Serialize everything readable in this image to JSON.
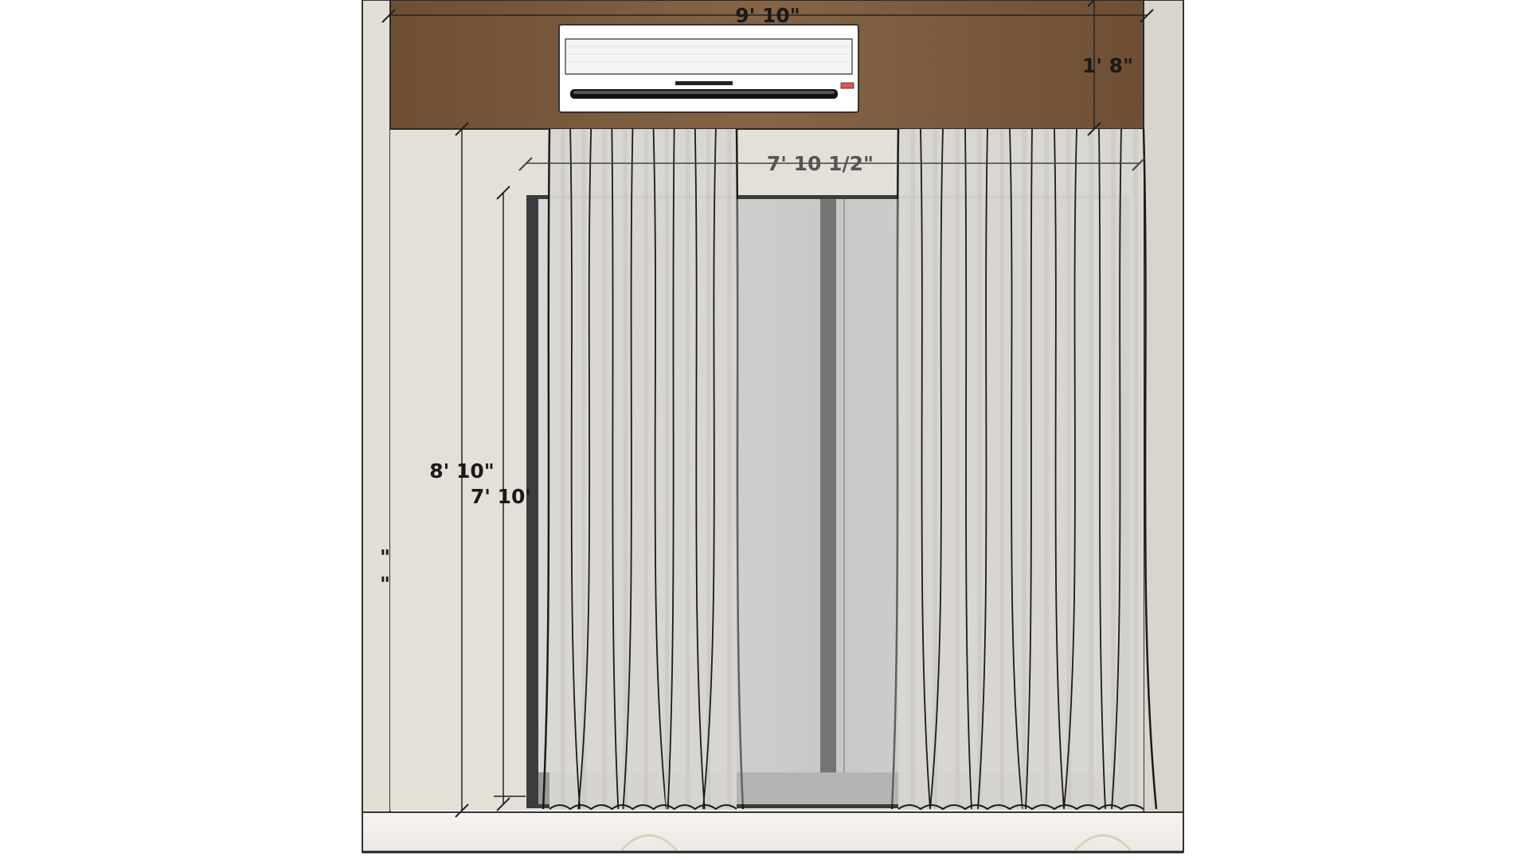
{
  "elevation": {
    "dimensions": {
      "overall_width": "9' 10\"",
      "pelmet_height": "1' 8\"",
      "door_width": "7' 10 1/2\"",
      "wall_height": "8' 10\"",
      "door_height": "7' 10'",
      "cut_off_left_mark": "\"",
      "cut_off_left_mark_2": "\""
    },
    "colors": {
      "wood_pelmet": "#7a5a3c",
      "wall": "#e4e0d8",
      "curtain": "#d9d6d0",
      "curtain_fold_line": "#1a1a1a",
      "door_frame": "#3c3c3c",
      "glass": "#c8c8c8",
      "marble_floor": "#f4f2ef",
      "side_column": "#d8d6cc",
      "ac_body": "#ffffff"
    },
    "components": {
      "air_conditioner": "split-ac-unit",
      "curtains": "pleated-sheer-curtain-panels",
      "door": "sliding-glass-door",
      "floor": "marble-floor-strip"
    }
  }
}
